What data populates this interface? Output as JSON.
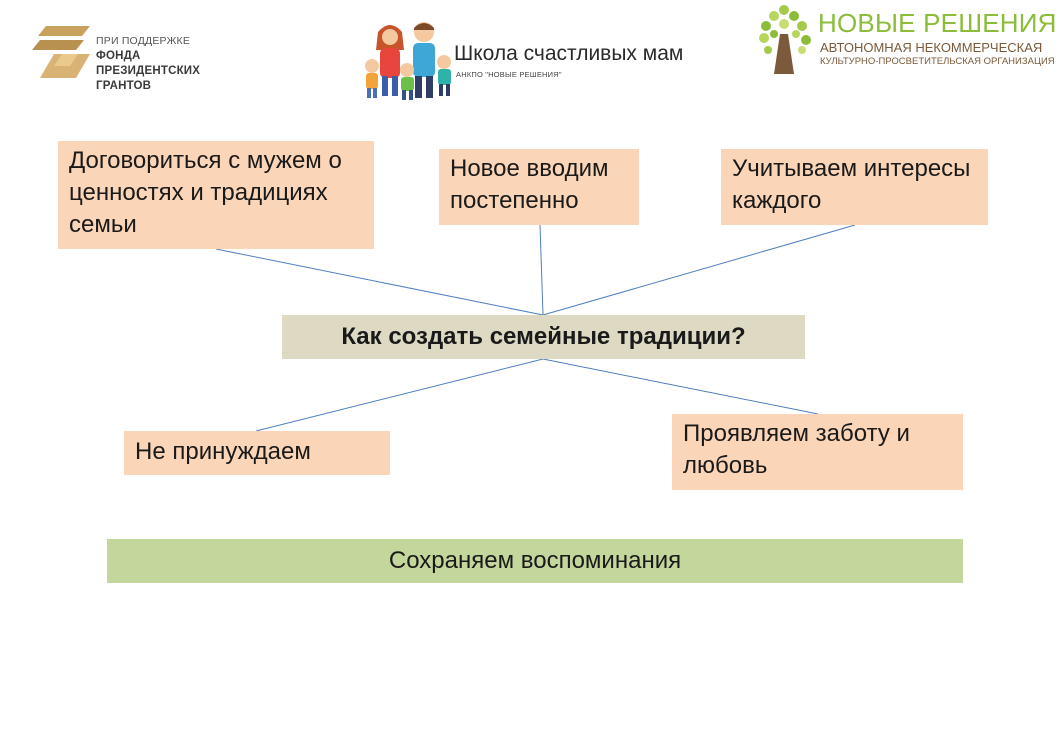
{
  "header": {
    "fund": {
      "line1": "ПРИ ПОДДЕРЖКЕ",
      "line2": "ФОНДА",
      "line3": "ПРЕЗИДЕНТСКИХ",
      "line4": "ГРАНТОВ"
    },
    "school": {
      "title": "Школа счастливых мам",
      "subtitle": "АНКПО \"НОВЫЕ РЕШЕНИЯ\""
    },
    "org": {
      "title": "НОВЫЕ РЕШЕНИЯ",
      "subtitle1": "АВТОНОМНАЯ НЕКОММЕРЧЕСКАЯ",
      "subtitle2": "КУЛЬТУРНО-ПРОСВЕТИТЕЛЬСКАЯ ОРГАНИЗАЦИЯ"
    }
  },
  "diagram": {
    "center": "Как создать семейные традиции?",
    "nodes": [
      "Договориться с мужем о ценностях и традициях семьи",
      "Новое вводим постепенно",
      "Учитываем интересы каждого",
      "Не принуждаем",
      "Проявляем заботу и любовь"
    ],
    "footer": "Сохраняем воспоминания"
  },
  "colors": {
    "node_fill": "#fbd5b8",
    "center_fill": "#ddd9c3",
    "footer_fill": "#c3d69b",
    "connector": "#4f7fbf",
    "org_green": "#8bbd3a",
    "org_brown": "#7a5a3a",
    "fund_gold": "#c9a15f"
  }
}
